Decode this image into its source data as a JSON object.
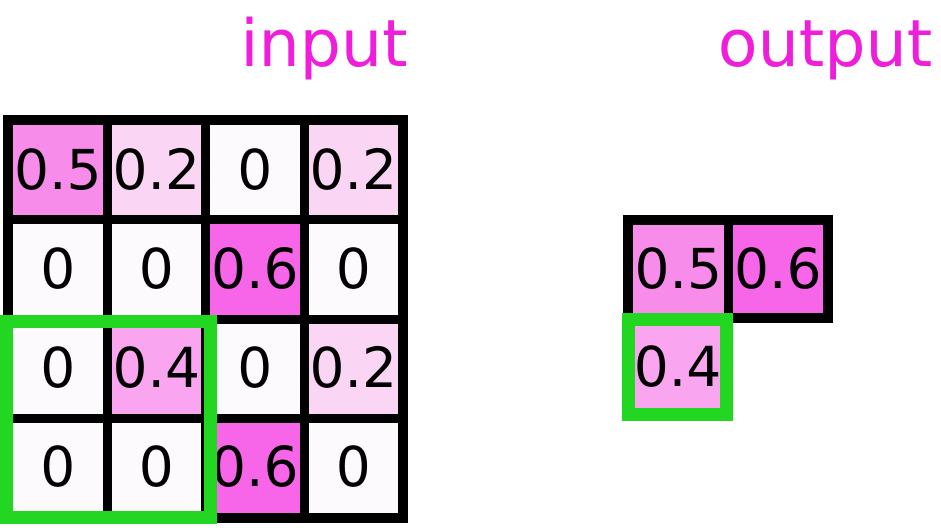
{
  "titles": {
    "input": "input",
    "output": "output"
  },
  "colors": {
    "title": "#ee1eda",
    "grid_border": "#000000",
    "highlight_green": "#22d621",
    "value_shades": [
      {
        "value": "0",
        "hex": "#fdfafd"
      },
      {
        "value": "0.2",
        "hex": "#fad5f4"
      },
      {
        "value": "0.4",
        "hex": "#faa5f0"
      },
      {
        "value": "0.5",
        "hex": "#f88ceb"
      },
      {
        "value": "0.6",
        "hex": "#f766e8"
      }
    ]
  },
  "input_grid": {
    "rows": 4,
    "cols": 4,
    "cells": [
      [
        {
          "v": "0.5",
          "c": "#f88ceb"
        },
        {
          "v": "0.2",
          "c": "#fad5f4"
        },
        {
          "v": "0",
          "c": "#fdfafd"
        },
        {
          "v": "0.2",
          "c": "#fad5f4"
        }
      ],
      [
        {
          "v": "0",
          "c": "#fdfafd"
        },
        {
          "v": "0",
          "c": "#fdfafd"
        },
        {
          "v": "0.6",
          "c": "#f766e8"
        },
        {
          "v": "0",
          "c": "#fdfafd"
        }
      ],
      [
        {
          "v": "0",
          "c": "#fdfafd"
        },
        {
          "v": "0.4",
          "c": "#faa5f0"
        },
        {
          "v": "0",
          "c": "#fdfafd"
        },
        {
          "v": "0.2",
          "c": "#fad5f4"
        }
      ],
      [
        {
          "v": "0",
          "c": "#fdfafd"
        },
        {
          "v": "0",
          "c": "#fdfafd"
        },
        {
          "v": "0.6",
          "c": "#f766e8"
        },
        {
          "v": "0",
          "c": "#fdfafd"
        }
      ]
    ],
    "highlight_window": {
      "row_start": 3,
      "col_start": 1,
      "rows": 2,
      "cols": 2
    }
  },
  "output_grid": {
    "cells": [
      {
        "v": "0.5",
        "c": "#f88ceb"
      },
      {
        "v": "0.6",
        "c": "#f766e8"
      }
    ],
    "highlighted_cell": {
      "v": "0.4",
      "c": "#faa5f0"
    }
  }
}
